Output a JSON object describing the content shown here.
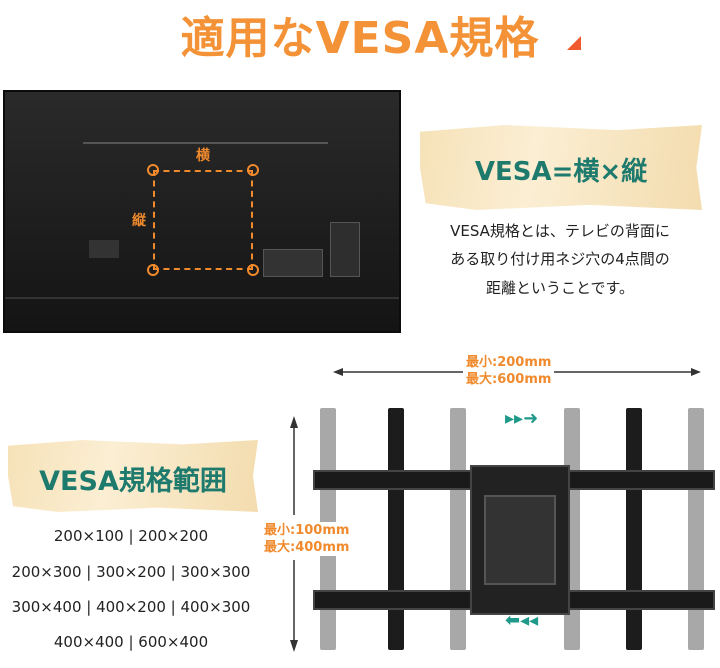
{
  "title": "適用なVESA規格",
  "tv": {
    "label_h": "横",
    "label_v": "縦"
  },
  "formula": "VESA=横×縦",
  "description": [
    "VESA規格とは、テレビの背面に",
    "ある取り付け用ネジ穴の4点間の",
    "距離ということです。"
  ],
  "horizontal": {
    "min": "最小:200mm",
    "max": "最大:600mm"
  },
  "vertical": {
    "min": "最小:100mm",
    "max": "最大:400mm"
  },
  "range_title": "VESA規格範囲",
  "range_rows": [
    "200×100 | 200×200",
    "200×300 | 300×200 | 300×300",
    "300×400 | 400×200 | 400×300",
    "400×400 | 600×400"
  ],
  "colors": {
    "title": "#f39236",
    "teal": "#1f7a6e",
    "accent": "#f08a2c"
  }
}
